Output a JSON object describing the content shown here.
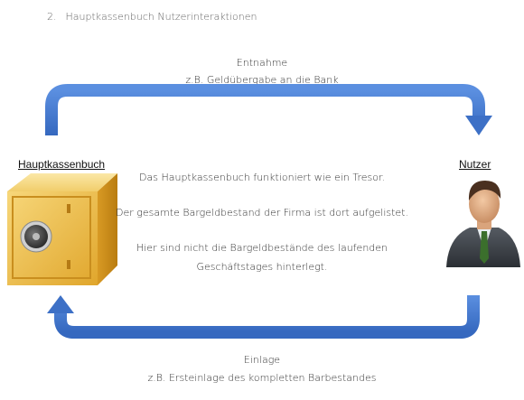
{
  "heading": {
    "number": "2.",
    "title": "Hauptkassenbuch Nutzerinteraktionen"
  },
  "top_flow": {
    "title": "Entnahme",
    "example": "z.B. Geldübergabe an die Bank"
  },
  "bottom_flow": {
    "title": "Einlage",
    "example": "z.B. Ersteinlage des kompletten Barbestandes"
  },
  "left_node": {
    "label": "Hauptkassenbuch",
    "icon": "safe-icon"
  },
  "right_node": {
    "label": "Nutzer",
    "icon": "businessman-icon"
  },
  "description": {
    "line1": "Das Hauptkassenbuch funktioniert wie ein Tresor.",
    "line2": "Der gesamte Bargeldbestand der Firma ist dort aufgelistet.",
    "line3": "Hier sind nicht die Bargeldbestände des laufenden",
    "line4": "Geschäftstages hinterlegt."
  },
  "colors": {
    "arrow": "#4a7fd4",
    "arrow_dark": "#2f5fae"
  }
}
